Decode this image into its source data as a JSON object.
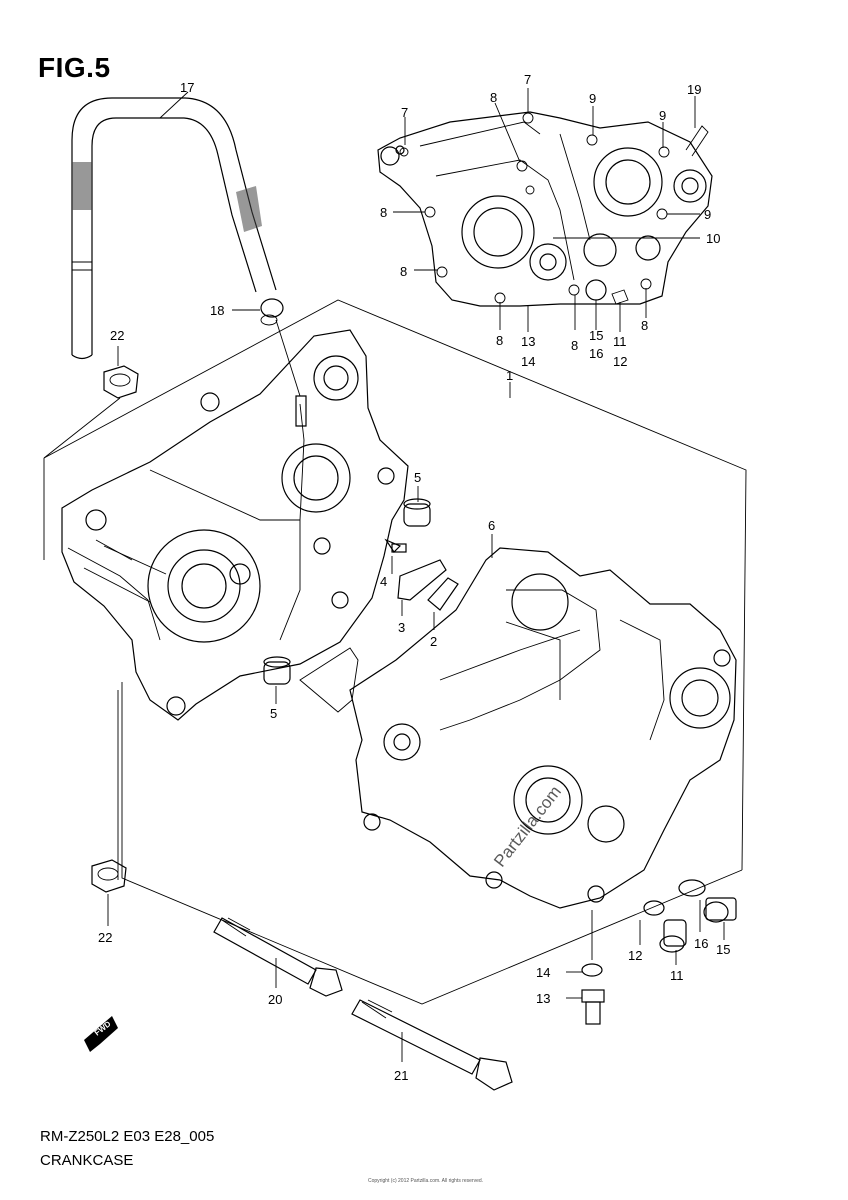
{
  "figure": {
    "title": "FIG.5",
    "model_code": "RM-Z250L2 E03 E28_005",
    "section_name": "CRANKCASE",
    "watermark": "Partzilla.com",
    "copyright": "Copyright (c) 2012 Partzilla.com. All rights reserved."
  },
  "callouts": [
    {
      "id": "c17",
      "label": "17"
    },
    {
      "id": "c7a",
      "label": "7"
    },
    {
      "id": "c7b",
      "label": "7"
    },
    {
      "id": "c8a",
      "label": "8"
    },
    {
      "id": "c9a",
      "label": "9"
    },
    {
      "id": "c9b",
      "label": "9"
    },
    {
      "id": "c19",
      "label": "19"
    },
    {
      "id": "c8b",
      "label": "8"
    },
    {
      "id": "c9c",
      "label": "9"
    },
    {
      "id": "c10",
      "label": "10"
    },
    {
      "id": "c8c",
      "label": "8"
    },
    {
      "id": "c8d",
      "label": "8"
    },
    {
      "id": "c13a",
      "label": "13"
    },
    {
      "id": "c14a",
      "label": "14"
    },
    {
      "id": "c8e",
      "label": "8"
    },
    {
      "id": "c15a",
      "label": "15"
    },
    {
      "id": "c16a",
      "label": "16"
    },
    {
      "id": "c11a",
      "label": "11"
    },
    {
      "id": "c12a",
      "label": "12"
    },
    {
      "id": "c8f",
      "label": "8"
    },
    {
      "id": "c18",
      "label": "18"
    },
    {
      "id": "c22a",
      "label": "22"
    },
    {
      "id": "c1",
      "label": "1"
    },
    {
      "id": "c5a",
      "label": "5"
    },
    {
      "id": "c6",
      "label": "6"
    },
    {
      "id": "c4",
      "label": "4"
    },
    {
      "id": "c3",
      "label": "3"
    },
    {
      "id": "c2",
      "label": "2"
    },
    {
      "id": "c5b",
      "label": "5"
    },
    {
      "id": "c22b",
      "label": "22"
    },
    {
      "id": "c12b",
      "label": "12"
    },
    {
      "id": "c16b",
      "label": "16"
    },
    {
      "id": "c15b",
      "label": "15"
    },
    {
      "id": "c11b",
      "label": "11"
    },
    {
      "id": "c14b",
      "label": "14"
    },
    {
      "id": "c13b",
      "label": "13"
    },
    {
      "id": "c20",
      "label": "20"
    },
    {
      "id": "c21",
      "label": "21"
    }
  ],
  "fwd_badge": "FWD"
}
